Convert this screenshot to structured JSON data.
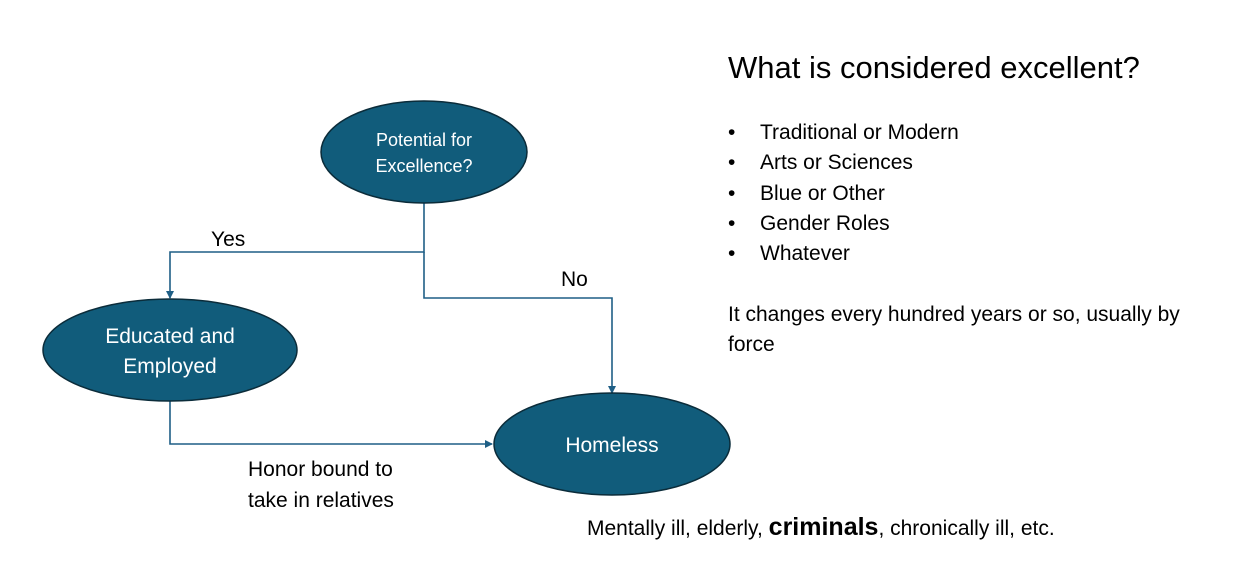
{
  "colors": {
    "node_fill": "#115c7b",
    "node_stroke": "#0b2c3a",
    "connector": "#1f5f86",
    "node_text": "#ffffff"
  },
  "nodes": {
    "potential": {
      "line1": "Potential for",
      "line2": "Excellence?"
    },
    "educated": {
      "line1": "Educated and",
      "line2": "Employed"
    },
    "homeless": {
      "label": "Homeless"
    }
  },
  "edges": {
    "yes_label": "Yes",
    "no_label": "No",
    "honor_line1": "Honor bound to",
    "honor_line2": "take in relatives"
  },
  "side_panel": {
    "title": "What is considered excellent?",
    "bullets": [
      "Traditional or Modern",
      "Arts or Sciences",
      "Blue or Other",
      "Gender Roles",
      "Whatever"
    ],
    "bullet_glyph": "•",
    "note": "It changes every hundred years or so, usually by force"
  },
  "footer": {
    "part1": "Mentally ill, elderly, ",
    "bold": "criminals",
    "part2": ", chronically ill, etc."
  }
}
